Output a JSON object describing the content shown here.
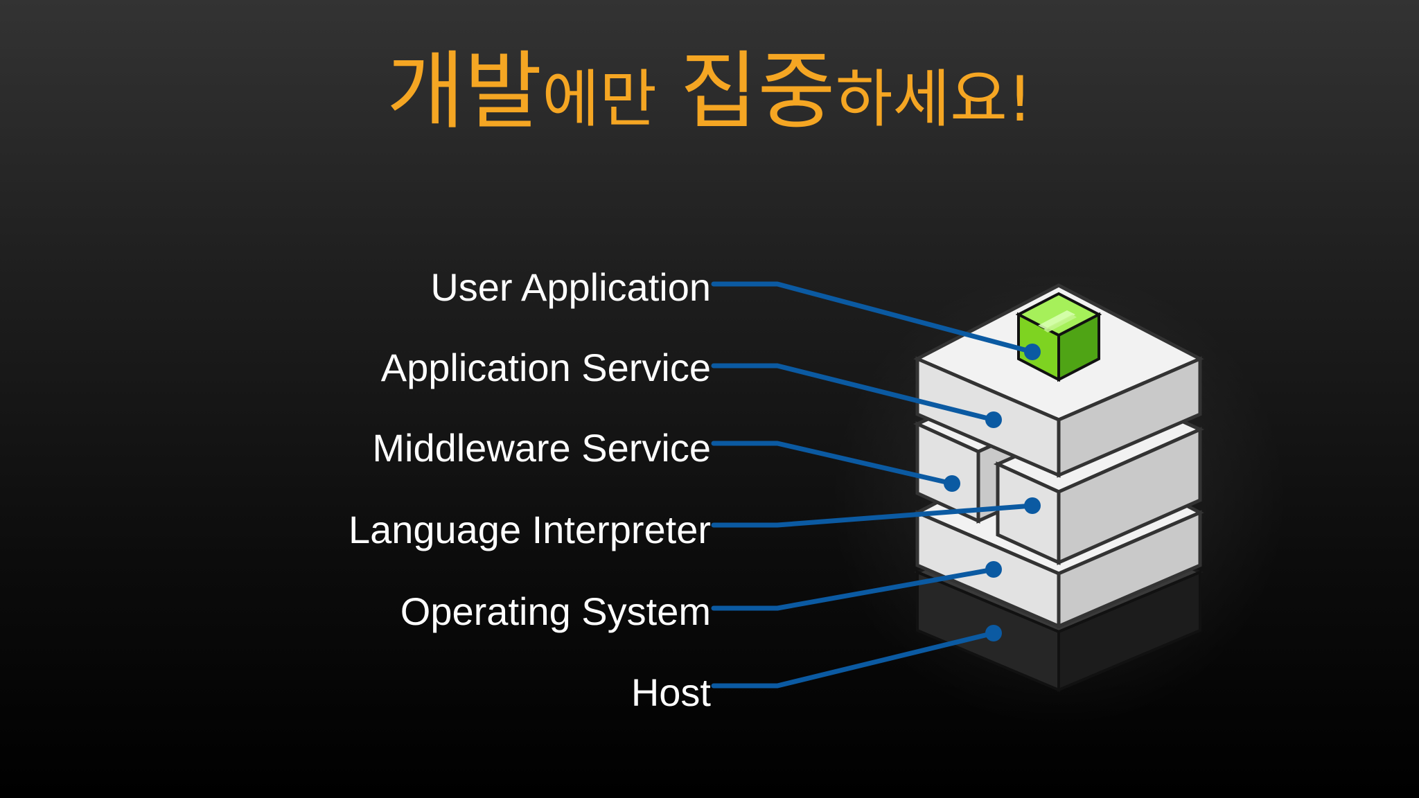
{
  "title": {
    "part1": "개발",
    "part2": "에만",
    "part3": "집중",
    "part4": "하세요!"
  },
  "layers": [
    {
      "id": "user-application",
      "label": "User Application"
    },
    {
      "id": "application-service",
      "label": "Application Service"
    },
    {
      "id": "middleware-service",
      "label": "Middleware Service"
    },
    {
      "id": "language-interpreter",
      "label": "Language Interpreter"
    },
    {
      "id": "operating-system",
      "label": "Operating System"
    },
    {
      "id": "host",
      "label": "Host"
    }
  ],
  "colors": {
    "title": "#F5A623",
    "connector": "#0B5AA2",
    "label": "#FFFFFF",
    "block_top": "#F2F2F2",
    "block_left": "#E0E0E0",
    "block_right": "#C8C8C8",
    "host_block": "#2A2A2A",
    "app_cube": "#7ED321"
  }
}
